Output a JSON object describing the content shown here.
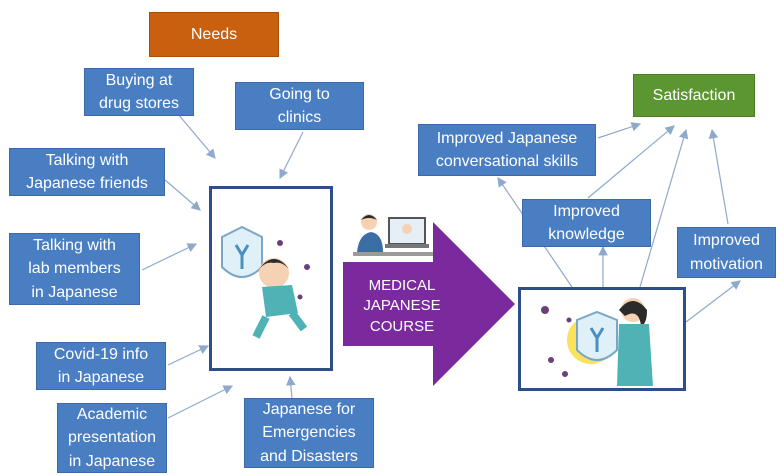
{
  "needs_header": "Needs",
  "satisfaction_header": "Satisfaction",
  "needs": {
    "drug_stores": "Buying at\ndrug stores",
    "clinics": "Going to\nclinics",
    "friends": "Talking with\nJapanese friends",
    "lab_members": "Talking with\nlab members\nin Japanese",
    "covid": "Covid-19 info\nin Japanese",
    "academic": "Academic\npresentation\nin Japanese",
    "emergencies": "Japanese for\nEmergencies\nand Disasters"
  },
  "course": "MEDICAL\nJAPANESE\nCOURSE",
  "outcomes": {
    "conversational": "Improved Japanese\nconversational skills",
    "knowledge": "Improved\nknowledge",
    "motivation": "Improved\nmotivation"
  },
  "colors": {
    "need_box": "#4a7ec2",
    "needs_header": "#c8600f",
    "satisfaction_header": "#5b9630",
    "course_arrow": "#7b2a9e",
    "frame_border": "#2d4e86"
  }
}
